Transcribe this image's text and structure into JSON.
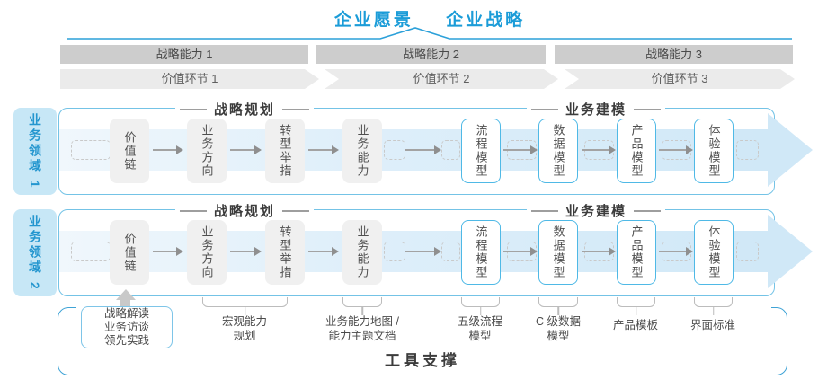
{
  "header": {
    "vision": "企业愿景",
    "strategy": "企业战略"
  },
  "capabilities": [
    "战略能力 1",
    "战略能力 2",
    "战略能力 3"
  ],
  "value_links": [
    "价值环节 1",
    "价值环节 2",
    "价值环节 3"
  ],
  "domains": [
    "业务领域 1",
    "业务领域 2"
  ],
  "sections": {
    "planning": "战略规划",
    "modeling": "业务建模"
  },
  "planning_boxes": [
    "价值链",
    "业务方向",
    "转型举措",
    "业务能力"
  ],
  "modeling_boxes": [
    "流程模型",
    "数据模型",
    "产品模型",
    "体验模型"
  ],
  "annotations": {
    "strategy_sources": [
      "战略解读",
      "业务访谈",
      "领先实践"
    ],
    "macro_capability": [
      "宏观能力",
      "规划"
    ],
    "capability_map": [
      "业务能力地图 /",
      "能力主题文档"
    ],
    "process_model": [
      "五级流程",
      "模型"
    ],
    "data_model": [
      "C 级数据",
      "模型"
    ],
    "product_template": "产品模板",
    "ui_standard": "界面标准"
  },
  "footer": {
    "tool_support": "工具支撑"
  },
  "colors": {
    "accent_blue": "#1b9cd8",
    "container_border_blue": "#74c3e6",
    "tab_fill_blue": "#c7e7f6",
    "band_blue": "#d0e8f7",
    "bar_gray": "#cdcdcd",
    "chevron_gray": "#ebebeb",
    "box_gray": "#f0f0f0",
    "text_dark": "#3c3c3c"
  }
}
